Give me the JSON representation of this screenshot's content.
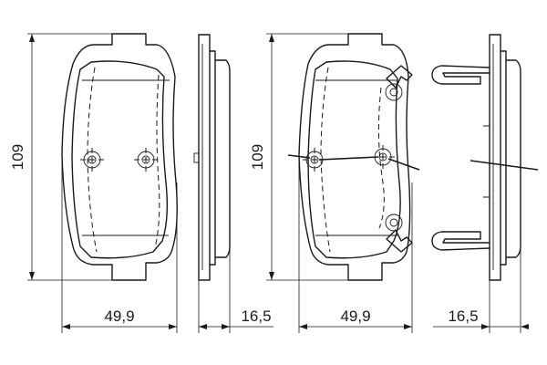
{
  "dimensions": {
    "height_left": "109",
    "height_right": "109",
    "width_left": "49,9",
    "thickness_left": "16,5",
    "width_right": "49,9",
    "thickness_right": "16,5"
  }
}
